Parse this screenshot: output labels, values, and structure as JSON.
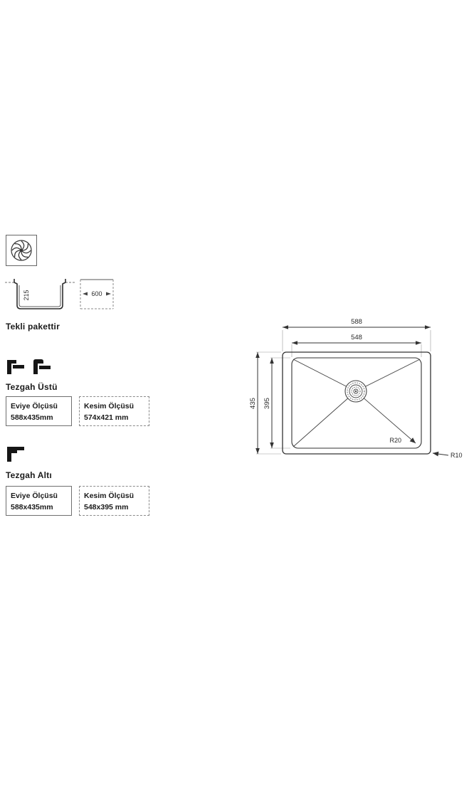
{
  "package": {
    "label": "Tekli pakettir",
    "sink_depth_mm": "215",
    "cabinet_width_mm": "600"
  },
  "mount_top": {
    "title": "Tezgah Üstü",
    "sink_size_label": "Eviye Ölçüsü",
    "sink_size_value": "588x435mm",
    "cut_size_label": "Kesim Ölçüsü",
    "cut_size_value": "574x421 mm"
  },
  "mount_under": {
    "title": "Tezgah Altı",
    "sink_size_label": "Eviye Ölçüsü",
    "sink_size_value": "588x435mm",
    "cut_size_label": "Kesim Ölçüsü",
    "cut_size_value": "548x395 mm"
  },
  "drawing": {
    "outer_width": "588",
    "inner_width": "548",
    "outer_height": "435",
    "inner_height": "395",
    "inner_corner_radius": "R20",
    "outer_corner_radius": "R10"
  },
  "colors": {
    "line": "#3a3a3a",
    "text": "#1a1a1a"
  }
}
